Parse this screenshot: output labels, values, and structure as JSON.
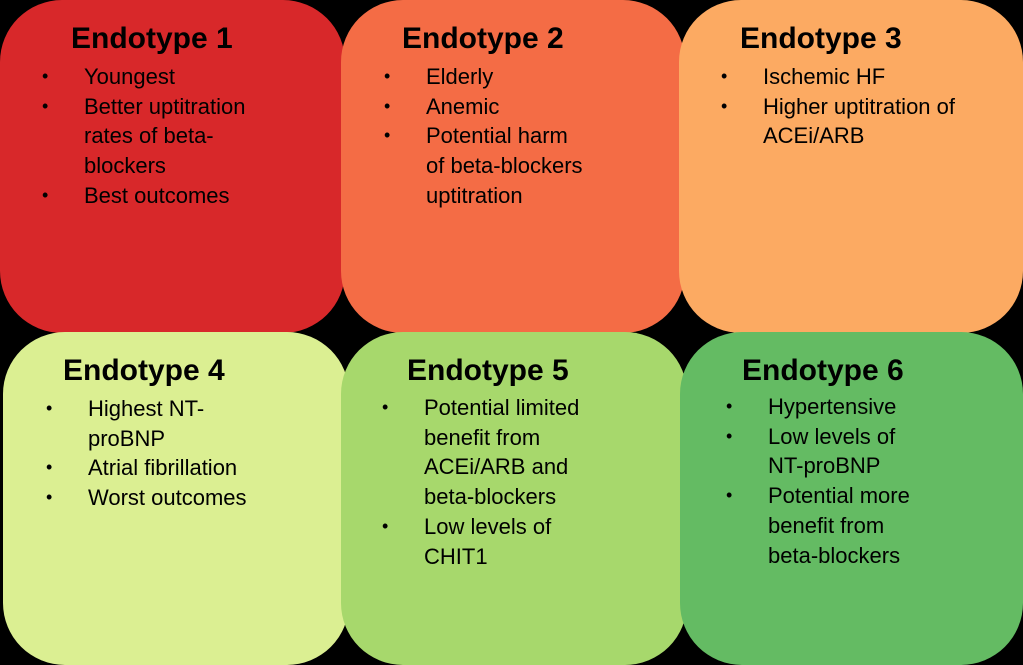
{
  "cards": [
    {
      "title": "Endotype 1",
      "color": "#d8282a",
      "items": [
        "Youngest",
        "Better uptitration\nrates of beta-\nblockers",
        "Best outcomes"
      ]
    },
    {
      "title": "Endotype 2",
      "color": "#f46c45",
      "items": [
        "Elderly",
        "Anemic",
        "Potential harm\nof beta-blockers\nuptitration"
      ]
    },
    {
      "title": "Endotype 3",
      "color": "#fcaa62",
      "items": [
        "Ischemic HF",
        "Higher uptitration of\nACEi/ARB"
      ]
    },
    {
      "title": "Endotype 4",
      "color": "#dbef92",
      "items": [
        "Highest NT-\nproBNP",
        "Atrial fibrillation",
        "Worst outcomes"
      ]
    },
    {
      "title": "Endotype 5",
      "color": "#a7d86c",
      "items": [
        "Potential limited\nbenefit from\nACEi/ARB and\nbeta-blockers",
        "Low levels of\nCHIT1"
      ]
    },
    {
      "title": "Endotype 6",
      "color": "#64bb63",
      "items": [
        "Hypertensive",
        "Low levels of\nNT-proBNP",
        "Potential more\nbenefit from\nbeta-blockers"
      ]
    }
  ],
  "bullet_icon": "bullet-dot"
}
